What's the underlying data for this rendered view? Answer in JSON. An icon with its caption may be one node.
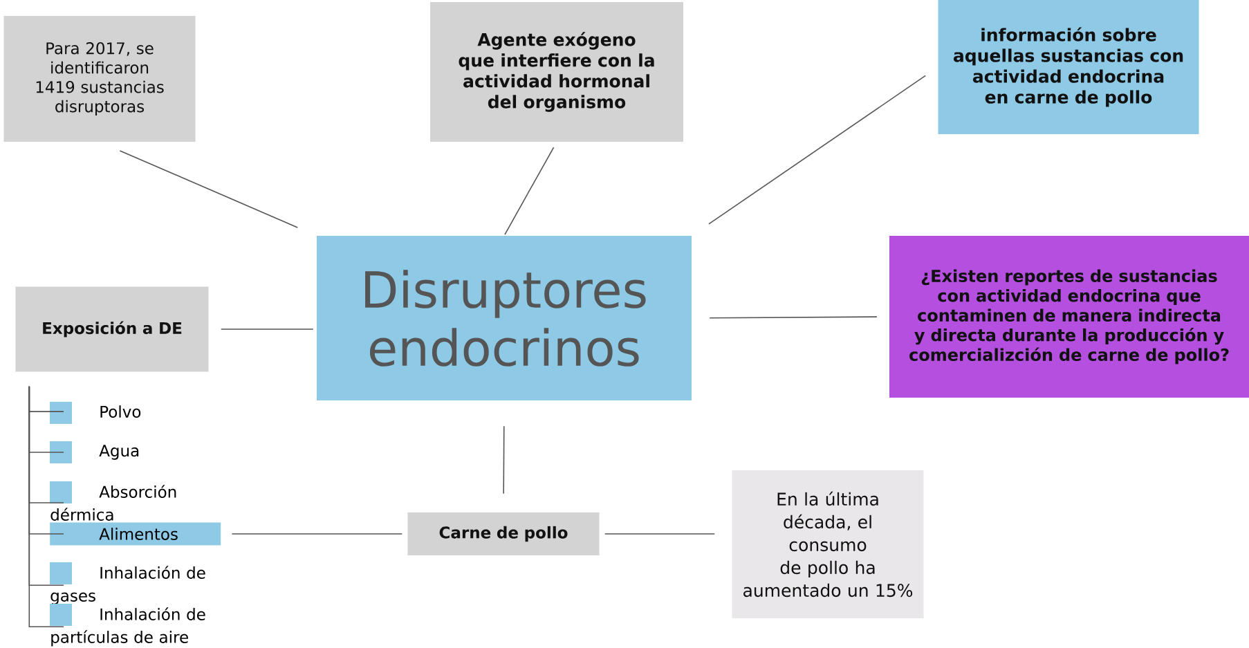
{
  "diagram": {
    "nodes": [
      {
        "text": [
          "Disruptores endocrinos"
        ]
      },
      {
        "text": [
          "Para 2017, se identificaron 1419 sustancias disruptoras"
        ]
      },
      {
        "text": [
          "Agente exógeno que interfiere con la actividad hormonal del organismo"
        ]
      },
      {
        "text": [
          "información sobre aquellas sustancias con actividad endocrina en carne de pollo"
        ]
      },
      {
        "text": [
          "¿Existen reportes de sustancias con actividad endocrina que contaminen de manera indirecta y directa durante la producción y comercializción de carne de pollo?"
        ]
      },
      {
        "text": [
          "Exposición a DE"
        ]
      },
      {
        "text": [
          "Carne de pollo"
        ]
      },
      {
        "text": [
          "En la última década, el consumo de pollo ha aumentado un 15%"
        ]
      },
      {
        "text": [
          "Polvo"
        ]
      },
      {
        "text": [
          "Agua"
        ]
      },
      {
        "text": [
          "Absorción dérmica"
        ]
      },
      {
        "text": [
          "Alimentos"
        ]
      },
      {
        "text": [
          "Inhalación de gases"
        ]
      },
      {
        "text": [
          "Inhalación de partículas de aire"
        ]
      }
    ],
    "edges": [
      {
        "from": 1,
        "to": 0,
        "arrow": "none"
      },
      {
        "from": 2,
        "to": 0,
        "arrow": "none"
      },
      {
        "from": 3,
        "to": 0,
        "arrow": "none"
      },
      {
        "from": 0,
        "to": 4,
        "arrow": "none"
      },
      {
        "from": 5,
        "to": 0,
        "arrow": "none"
      },
      {
        "from": 0,
        "to": 6,
        "arrow": "none"
      },
      {
        "from": 5,
        "to": 8,
        "arrow": "none"
      },
      {
        "from": 5,
        "to": 9,
        "arrow": "none"
      },
      {
        "from": 5,
        "to": 10,
        "arrow": "none"
      },
      {
        "from": 5,
        "to": 11,
        "arrow": "none"
      },
      {
        "from": 5,
        "to": 12,
        "arrow": "none"
      },
      {
        "from": 5,
        "to": 13,
        "arrow": "none"
      },
      {
        "from": 11,
        "to": 6,
        "arrow": "none"
      },
      {
        "from": 6,
        "to": 7,
        "arrow": "none"
      }
    ]
  }
}
